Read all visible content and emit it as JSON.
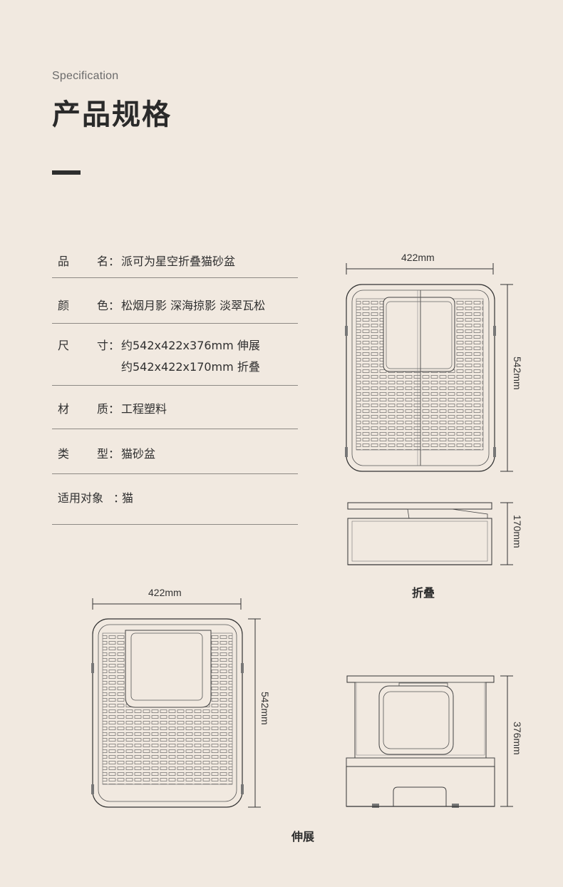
{
  "header": {
    "eyebrow": "Specification",
    "title": "产品规格"
  },
  "specs": {
    "name": {
      "k1": "品",
      "k2": "名",
      "sep": "：",
      "value": "派可为星空折叠猫砂盆"
    },
    "color": {
      "k1": "颜",
      "k2": "色",
      "sep": "：",
      "value": "松烟月影  深海掠影  淡翠瓦松"
    },
    "size": {
      "k1": "尺",
      "k2": "寸",
      "sep": "：",
      "value1": "约542x422x376mm  伸展",
      "value2": "约542x422x170mm  折叠"
    },
    "material": {
      "k1": "材",
      "k2": "质",
      "sep": "：",
      "value": "工程塑料"
    },
    "type": {
      "k1": "类",
      "k2": "型",
      "sep": "：",
      "value": "猫砂盆"
    },
    "target": {
      "label": "适用对象",
      "sep": "：",
      "value": "猫"
    }
  },
  "diagrams": {
    "folded": {
      "width": "422mm",
      "depth": "542mm",
      "height": "170mm",
      "caption": "折叠"
    },
    "extended": {
      "width": "422mm",
      "depth": "542mm",
      "height": "376mm",
      "caption": "伸展"
    }
  }
}
